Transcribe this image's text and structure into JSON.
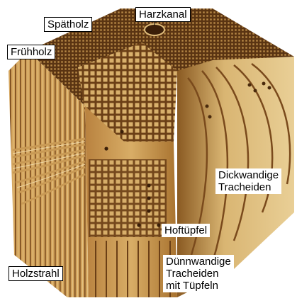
{
  "labels": {
    "spaetholz": "Spätholz",
    "harzkanal": "Harzkanal",
    "fruehholz": "Frühholz",
    "dickwandige": [
      "Dickwandige",
      "Tracheiden"
    ],
    "hoftuepfel": "Hoftüpfel",
    "holzstrahl": "Holzstrahl",
    "duennwandige": [
      "Dünnwandige",
      "Tracheiden",
      "mit Tüpfeln"
    ]
  },
  "colors": {
    "wood_light": "#e6c58a",
    "wood_mid": "#c9954c",
    "wood_dark": "#7a4a1c",
    "wood_shadow": "#5a3412",
    "background": "#ffffff"
  }
}
